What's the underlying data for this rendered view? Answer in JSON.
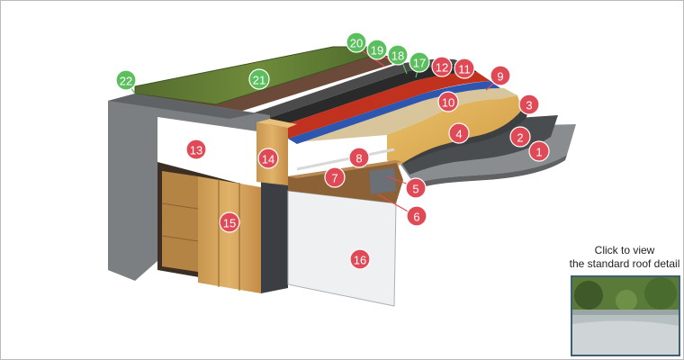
{
  "markers": [
    {
      "id": "m1",
      "label": "1",
      "color": "#e04a56"
    },
    {
      "id": "m2",
      "label": "2",
      "color": "#e04a56"
    },
    {
      "id": "m3",
      "label": "3",
      "color": "#e04a56"
    },
    {
      "id": "m4",
      "label": "4",
      "color": "#e04a56"
    },
    {
      "id": "m5",
      "label": "5",
      "color": "#e04a56"
    },
    {
      "id": "m6",
      "label": "6",
      "color": "#e04a56"
    },
    {
      "id": "m7",
      "label": "7",
      "color": "#e04a56"
    },
    {
      "id": "m8",
      "label": "8",
      "color": "#e04a56"
    },
    {
      "id": "m9",
      "label": "9",
      "color": "#e04a56"
    },
    {
      "id": "m10",
      "label": "10",
      "color": "#e04a56"
    },
    {
      "id": "m11",
      "label": "11",
      "color": "#e04a56"
    },
    {
      "id": "m12",
      "label": "12",
      "color": "#e04a56"
    },
    {
      "id": "m13",
      "label": "13",
      "color": "#e04a56"
    },
    {
      "id": "m14",
      "label": "14",
      "color": "#e04a56"
    },
    {
      "id": "m15",
      "label": "15",
      "color": "#e04a56"
    },
    {
      "id": "m16",
      "label": "16",
      "color": "#e04a56"
    },
    {
      "id": "m17",
      "label": "17",
      "color": "#5cbf5e"
    },
    {
      "id": "m18",
      "label": "18",
      "color": "#5cbf5e"
    },
    {
      "id": "m19",
      "label": "19",
      "color": "#5cbf5e"
    },
    {
      "id": "m20",
      "label": "20",
      "color": "#5cbf5e"
    },
    {
      "id": "m21",
      "label": "21",
      "color": "#5cbf5e"
    },
    {
      "id": "m22",
      "label": "22",
      "color": "#5cbf5e"
    }
  ],
  "link": {
    "line1": "Click to view",
    "line2": "the standard roof detail"
  }
}
